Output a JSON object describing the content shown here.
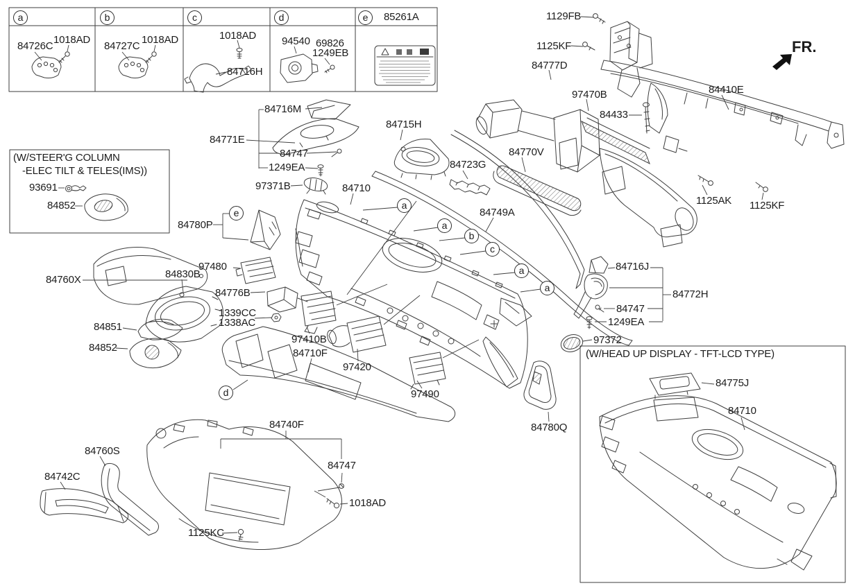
{
  "colors": {
    "background": "#ffffff",
    "line": "#3d3d3d",
    "text": "#1c1c1c"
  },
  "fr_indicator": {
    "label": "FR."
  },
  "ref_table": {
    "cells": [
      {
        "callout": "a",
        "labels": [
          "84726C",
          "1018AD"
        ]
      },
      {
        "callout": "b",
        "labels": [
          "84727C",
          "1018AD"
        ]
      },
      {
        "callout": "c",
        "labels": [
          "1018AD",
          "84716H"
        ]
      },
      {
        "callout": "d",
        "labels": [
          "94540",
          "69826",
          "1249EB"
        ]
      },
      {
        "callout": "e",
        "labels": [
          "85261A"
        ]
      }
    ]
  },
  "steering_note": {
    "line1": "(W/STEER'G COLUMN",
    "line2": "-ELEC TILT & TELES(IMS))",
    "labels": [
      "93691",
      "84852"
    ]
  },
  "hud_note": {
    "title": "(W/HEAD UP DISPLAY - TFT-LCD TYPE)",
    "labels": [
      "84775J",
      "84710"
    ]
  },
  "callouts": {
    "main": [
      "e",
      "a",
      "a",
      "b",
      "c",
      "a",
      "a",
      "d"
    ]
  },
  "part_labels": [
    "1129FB",
    "1125KF",
    "84777D",
    "97470B",
    "84433",
    "84410E",
    "1125AK",
    "1125KF",
    "84723G",
    "84770V",
    "84716M",
    "84771E",
    "84747",
    "1249EA",
    "97371B",
    "84710",
    "84715H",
    "84749A",
    "84780P",
    "84760X",
    "84830B",
    "97480",
    "84776B",
    "1339CC",
    "1338AC",
    "84851",
    "84852",
    "97410B",
    "84710F",
    "97420",
    "97490",
    "84740F",
    "84716J",
    "84772H",
    "84747",
    "1249EA",
    "97372",
    "84780Q",
    "84760S",
    "84742C",
    "84747",
    "1018AD",
    "1125KC"
  ]
}
